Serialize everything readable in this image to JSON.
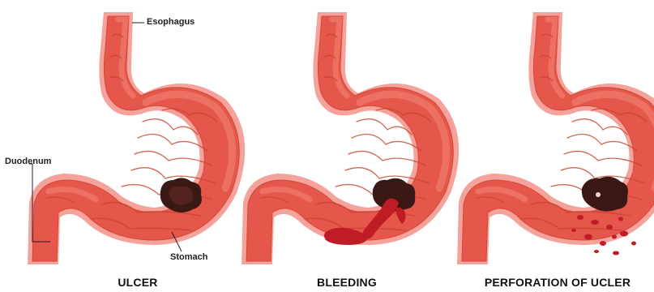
{
  "labels": {
    "esophagus": "Esophagus",
    "duodenum": "Duodenum",
    "stomach": "Stomach"
  },
  "panels": [
    {
      "caption": "ULCER",
      "stage": "ulcer"
    },
    {
      "caption": "BLEEDING",
      "stage": "bleeding"
    },
    {
      "caption": "PERFORATION OF UCLER",
      "stage": "perforation"
    }
  ],
  "colors": {
    "background": "#ffffff",
    "stomach_body": "#e4574a",
    "stomach_outline": "#d24838",
    "stomach_folds": "#c6432f",
    "outer_lining": "#f4a29a",
    "inner_light": "#f07a6b",
    "ulcer_crater": "#3a1814",
    "blood": "#c01c26",
    "text": "#111111"
  }
}
